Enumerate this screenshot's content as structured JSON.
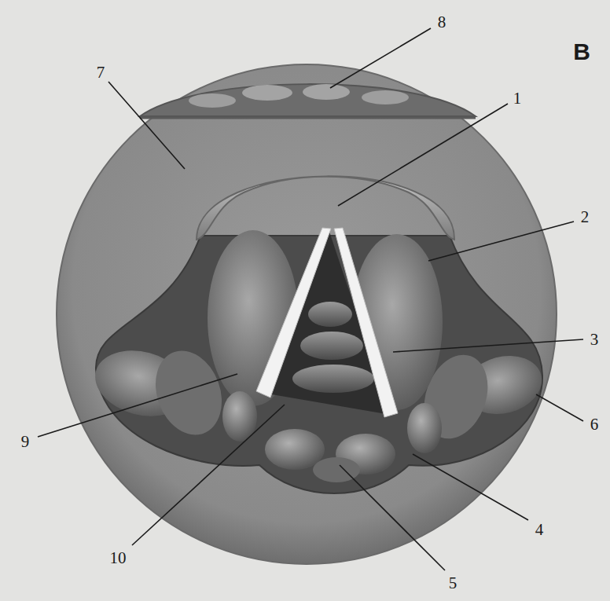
{
  "diagram": {
    "labels": [
      "B",
      "8",
      "7",
      "1",
      "2",
      "3",
      "9",
      "6",
      "10",
      "4",
      "5"
    ]
  }
}
